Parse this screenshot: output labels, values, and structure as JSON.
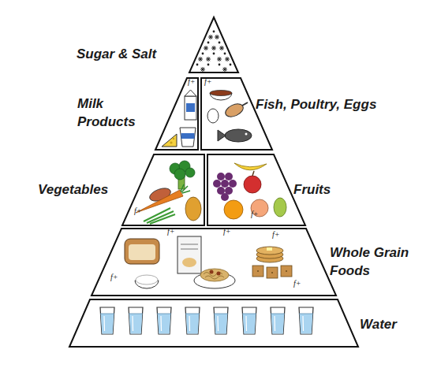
{
  "diagram": {
    "nodes": [
      {
        "text": [
          "Sugar & Salt"
        ]
      },
      {
        "text": [
          "Milk Products"
        ]
      },
      {
        "text": [
          "Fish, Poultry, Eggs"
        ]
      },
      {
        "text": [
          "Vegetables"
        ]
      },
      {
        "text": [
          "Fruits"
        ]
      },
      {
        "text": [
          "Whole Grain Foods"
        ]
      },
      {
        "text": [
          "Water"
        ]
      }
    ],
    "labels": [
      "f+",
      "f+",
      "f+",
      "f+",
      "f+",
      "f+",
      "f+",
      "f+",
      "f+"
    ]
  }
}
